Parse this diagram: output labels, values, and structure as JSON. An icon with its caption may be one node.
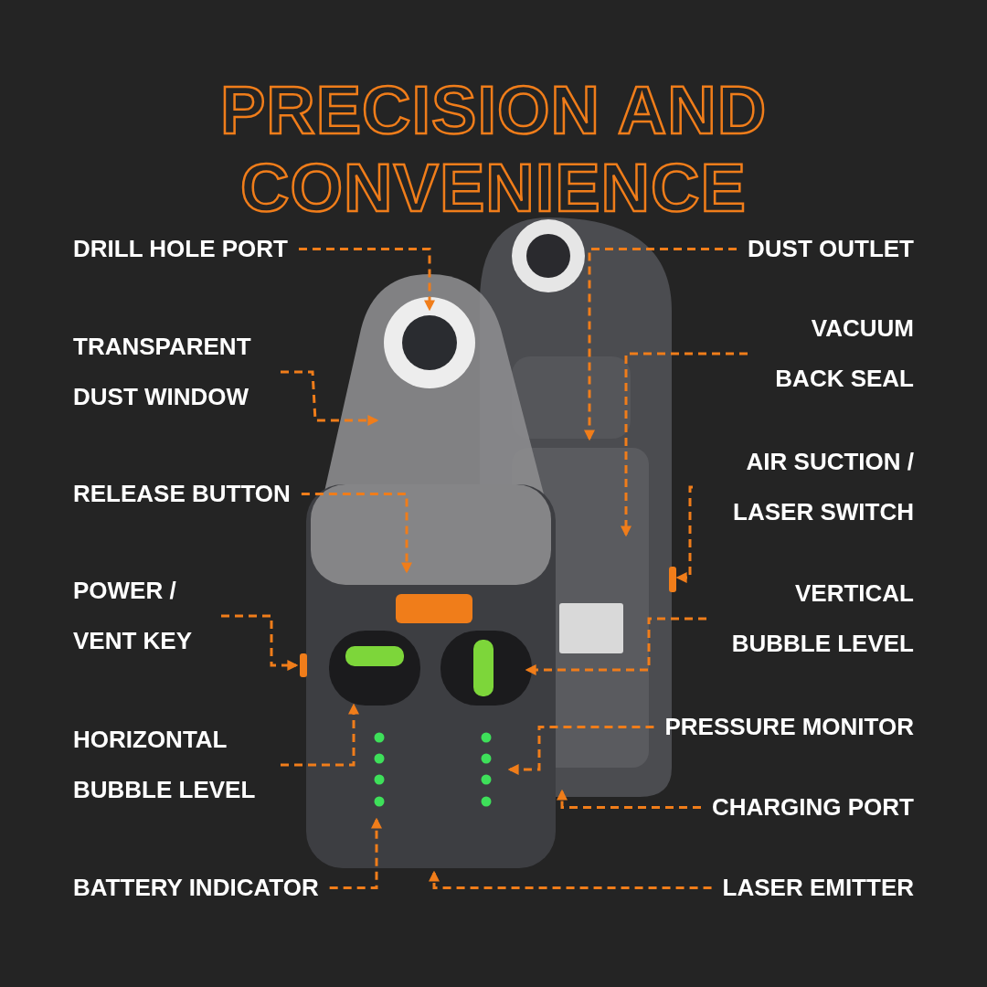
{
  "diagram": {
    "title": "PRECISION AND CONVENIENCE",
    "nodes": [
      {
        "text": [
          "DRILL HOLE PORT"
        ]
      },
      {
        "text": [
          "DUST OUTLET"
        ]
      },
      {
        "text": [
          "TRANSPARENT DUST WINDOW"
        ]
      },
      {
        "text": [
          "VACUUM BACK SEAL"
        ]
      },
      {
        "text": [
          "RELEASE BUTTON"
        ]
      },
      {
        "text": [
          "AIR SUCTION / LASER SWITCH"
        ]
      },
      {
        "text": [
          "POWER / VENT KEY"
        ]
      },
      {
        "text": [
          "VERTICAL BUBBLE LEVEL"
        ]
      },
      {
        "text": [
          "HORIZONTAL BUBBLE LEVEL"
        ]
      },
      {
        "text": [
          "PRESSURE MONITOR"
        ]
      },
      {
        "text": [
          "CHARGING PORT"
        ]
      },
      {
        "text": [
          "BATTERY INDICATOR"
        ]
      },
      {
        "text": [
          "LASER EMITTER"
        ]
      }
    ],
    "edges": [
      {
        "from": 0,
        "to": null,
        "arrow": "to",
        "style": "dashed"
      },
      {
        "from": 1,
        "to": null,
        "arrow": "to",
        "style": "dashed"
      },
      {
        "from": 2,
        "to": null,
        "arrow": "to",
        "style": "dashed"
      },
      {
        "from": 3,
        "to": null,
        "arrow": "to",
        "style": "dashed"
      },
      {
        "from": 4,
        "to": null,
        "arrow": "to",
        "style": "dashed"
      },
      {
        "from": 5,
        "to": null,
        "arrow": "to",
        "style": "dashed"
      },
      {
        "from": 6,
        "to": null,
        "arrow": "to",
        "style": "dashed"
      },
      {
        "from": 7,
        "to": null,
        "arrow": "to",
        "style": "dashed"
      },
      {
        "from": 8,
        "to": null,
        "arrow": "to",
        "style": "dashed"
      },
      {
        "from": 9,
        "to": null,
        "arrow": "to",
        "style": "dashed"
      },
      {
        "from": 10,
        "to": null,
        "arrow": "to",
        "style": "dashed"
      },
      {
        "from": 11,
        "to": null,
        "arrow": "to",
        "style": "dashed"
      },
      {
        "from": 12,
        "to": null,
        "arrow": "to",
        "style": "dashed"
      }
    ]
  }
}
